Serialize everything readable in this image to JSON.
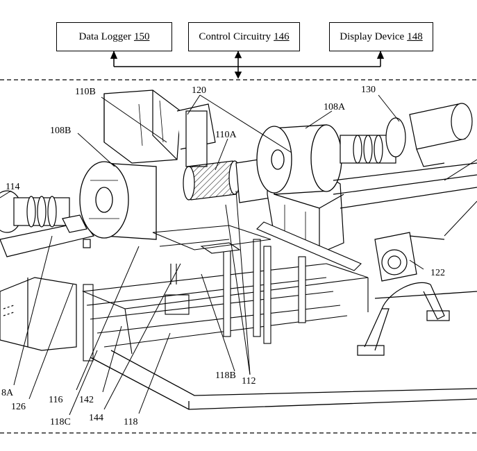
{
  "blocks": {
    "data_logger": {
      "label": "Data Logger",
      "number": "150"
    },
    "control_circuitry": {
      "label": "Control Circuitry",
      "number": "146"
    },
    "display_device": {
      "label": "Display Device",
      "number": "148"
    }
  },
  "reference_labels": {
    "r110B": "110B",
    "r120": "120",
    "r130": "130",
    "r108A_top": "108A",
    "r108B": "108B",
    "r110A": "110A",
    "r114": "114",
    "r122": "122",
    "r8A_left": "8A",
    "r126": "126",
    "r116": "116",
    "r142": "142",
    "r118C": "118C",
    "r144": "144",
    "r118": "118",
    "r118B": "118B",
    "r112": "112"
  }
}
